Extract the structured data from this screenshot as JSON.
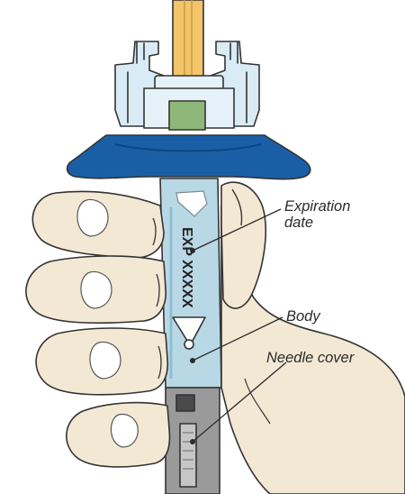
{
  "figure": {
    "barrel_text": "EXP XXXXX",
    "labels": {
      "expiration_line1": "Expiration",
      "expiration_line2": "date",
      "body": "Body",
      "needle_cover": "Needle cover"
    }
  },
  "colors": {
    "skin": "#f3e8d4",
    "body_blue": "#b9d8e6",
    "flange_blue": "#1a5fa6",
    "plunger_gold": "#f3c46a",
    "plunger_green": "#8fb878",
    "clip_blue": "#d9ecf6",
    "needle_gray": "#9a9a9a",
    "outline": "#333333"
  }
}
